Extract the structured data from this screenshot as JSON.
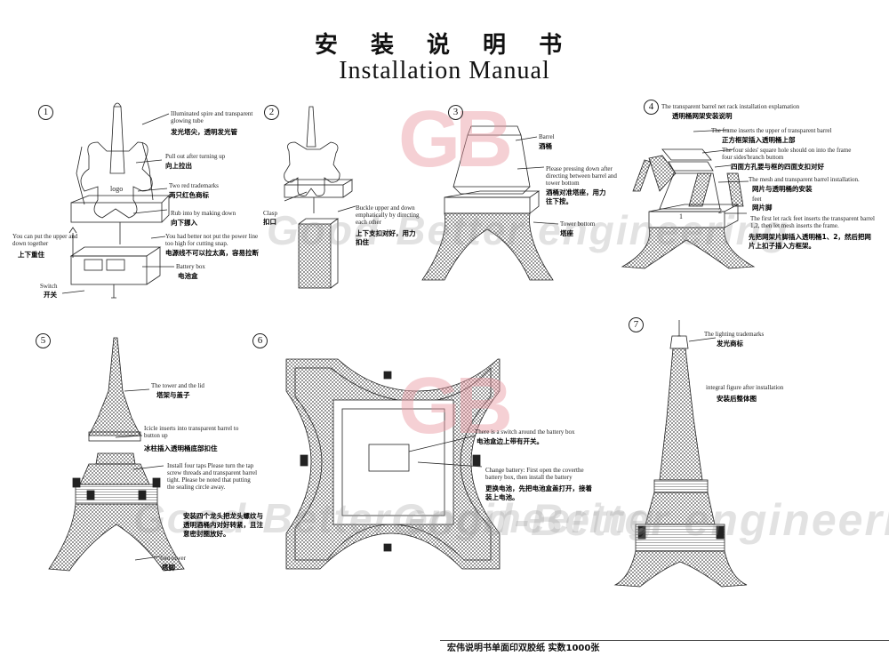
{
  "header": {
    "title_cn": "安 装 说 明 书",
    "title_en": "Installation  Manual"
  },
  "watermark": {
    "logo": "GB",
    "text_1": "Good-Better engineering",
    "text_2": "Good-Better engineering",
    "text_3": "Good-Better engineering",
    "colors": {
      "g": "#e8a0a8",
      "b": "#9aa6d4"
    }
  },
  "steps": {
    "s1": {
      "num": "1",
      "spire_en": "Illuminated spire and transparent glowing tube",
      "spire_cn": "发光塔尖，透明发光管",
      "pull_en": "Pull out after turning up",
      "pull_cn": "向上拉出",
      "logo": "logo",
      "trademarks_en": "Two red trademarks",
      "trademarks_cn": "两只红色商标",
      "rub_en": "Rub into by making down",
      "rub_cn": "向下挪入",
      "putup_en": "You can put the upper and down together",
      "putup_cn": "上下重住",
      "power_en": "You had better not put the power line too high for cutting snap.",
      "power_cn": "电源线不可以拉太高，容易拉断",
      "battery_en": "Battery box",
      "battery_cn": "电池盒",
      "switch_en": "Switch",
      "switch_cn": "开关"
    },
    "s2": {
      "num": "2",
      "clasp_en": "Clasp",
      "clasp_cn": "扣口",
      "buckle_en": "Buckle upper and down emphatically by directing each other",
      "buckle_cn": "上下支扣对好，用力扣住"
    },
    "s3": {
      "num": "3",
      "barrel_en": "Barrel",
      "barrel_cn": "酒桶",
      "press_en": "Please pressing down after directing between barrel and tower bottom",
      "press_cn": "酒桶对准塔座，用力往下按。",
      "bottom_en": "Tower bottom",
      "bottom_cn": "塔座"
    },
    "s4": {
      "num": "4",
      "title_en": "The transparent barrel net rack installation explamation",
      "title_cn": "透明桶网架安装说明",
      "frame_en": "The frame inserts the upper of transparent barrel",
      "frame_cn": "正方框架插入透明桶上部",
      "hole_en": "The four sides' square hole should on into the frame four sides'branch buttom",
      "hole_cn": "四面方孔要与框的四面支扣对好",
      "mesh_en": "The mesh and transparent barrel installation.",
      "mesh_cn": "网片与透明桶的安装",
      "feet_en": "feet",
      "feet_cn": "网片脚",
      "rack_en": "The first let rack feet inserts the transparent barrel 1,2, then let mesh inserts the frame.",
      "rack_cn": "先把网架片脚插入透明桶1、2，然后把网片上扣子插入方框架。",
      "mark_1": "1",
      "mark_2": "2"
    },
    "s5": {
      "num": "5",
      "lid_en": "The tower and the lid",
      "lid_cn": "塔架与盖子",
      "icicle_en": "Icicle inserts into transparent barrel to button up",
      "icicle_cn": "冰柱插入透明桶底部扣住",
      "taps_en": "Install four taps Please turn the tap screw threads and transparent barrel tight. Please be noted that putting the sealing circle away.",
      "taps_cn": "安装四个龙头把龙头螺纹与透明酒桶内对好转紧，且注意密封圈放好。",
      "foot_en": "foot tower",
      "foot_cn": "塔脚"
    },
    "s6": {
      "num": "6",
      "switch_en": "There is a switch around the battery box",
      "switch_cn": "电池盒边上带有开关。",
      "change_en": "Change battery: First open the coverthe battery box, then install the battery",
      "change_cn": "更换电池，先把电池盒盖打开，接着装上电池。"
    },
    "s7": {
      "num": "7",
      "light_en": "The lighting trademarks",
      "light_cn": "发光商标",
      "figure_en": "integral figure after installation",
      "figure_cn": "安装后整体图"
    }
  },
  "footer": {
    "text": "宏伟说明书单面印双胶纸 实数1000张"
  }
}
